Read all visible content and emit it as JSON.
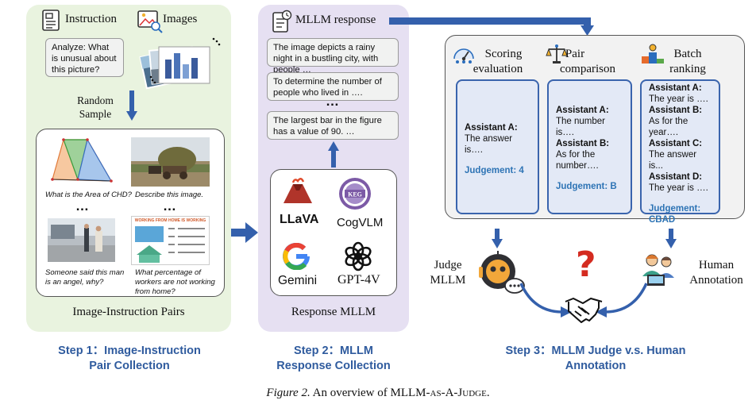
{
  "step1": {
    "instruction_label": "Instruction",
    "images_label": "Images",
    "question": "Analyze: What is unusual about this picture?",
    "random_sample": [
      "Random",
      "Sample"
    ],
    "captions": [
      "What is the Area of CHD?",
      "Describe this image.",
      "Someone said this man is an angel, why?",
      "What percentage of workers are not working from home?"
    ],
    "dots": "…",
    "pairs_label": "Image-Instruction Pairs",
    "step_title": [
      "Step 1：Image-Instruction",
      "Pair Collection"
    ],
    "thumb_title": "WORKING FROM HOME IS WORKING"
  },
  "step2": {
    "header": "MLLM response",
    "responses": [
      "The image depicts a rainy night in a bustling city, with people …",
      "To determine the number of people who lived in ….",
      "The largest bar in the figure has a value of 90. …"
    ],
    "dots": "…",
    "models": [
      "LLaVA",
      "CogVLM",
      "Gemini",
      "GPT-4V"
    ],
    "keg": "KEG",
    "response_label": "Response MLLM",
    "step_title": [
      "Step 2：MLLM",
      "Response Collection"
    ]
  },
  "step3": {
    "modes": [
      {
        "title": [
          "Scoring",
          "evaluation"
        ]
      },
      {
        "title": [
          "Pair",
          "comparison"
        ]
      },
      {
        "title": [
          "Batch",
          "ranking"
        ]
      }
    ],
    "scoring": {
      "assistant": "Assistant A",
      "text": [
        "The answer",
        "is…."
      ],
      "judgement": "Judgement: 4"
    },
    "pair": {
      "a": "Assistant A",
      "a_text": [
        "The number",
        "is…."
      ],
      "b": "Assistant B",
      "b_text": [
        "As for the",
        "number…."
      ],
      "judgement": "Judgement: B"
    },
    "batch": {
      "items": [
        {
          "name": "Assistant A",
          "text": [
            "The year is …."
          ]
        },
        {
          "name": "Assistant B",
          "text": [
            "As for the",
            "year…."
          ]
        },
        {
          "name": "Assistant C",
          "text": [
            "The answer is..."
          ]
        },
        {
          "name": "Assistant D",
          "text": [
            "The year is …."
          ]
        }
      ],
      "judgement": [
        "Judgement:",
        "CBAD"
      ]
    },
    "judge_label": [
      "Judge",
      "MLLM"
    ],
    "human_label": [
      "Human",
      "Annotation"
    ],
    "question_mark": "?",
    "step_title": [
      "Step 3：MLLM Judge v.s. Human",
      "Annotation"
    ]
  },
  "figure_caption": {
    "prefix": "Figure 2.",
    "text": " An overview of MLLM-",
    "sc1": "AS",
    "sep1": "-",
    "sc2": "A",
    "sep2": "-",
    "sc3": "Judge",
    "end": "."
  },
  "colors": {
    "arrow": "#3460ac",
    "panel1": "#e9f3df",
    "panel2": "#e6e0f2",
    "card_border": "#3a64ad",
    "card_bg": "#e3e9f6",
    "judgement": "#2e74b5",
    "step": "#2f5b9e"
  }
}
